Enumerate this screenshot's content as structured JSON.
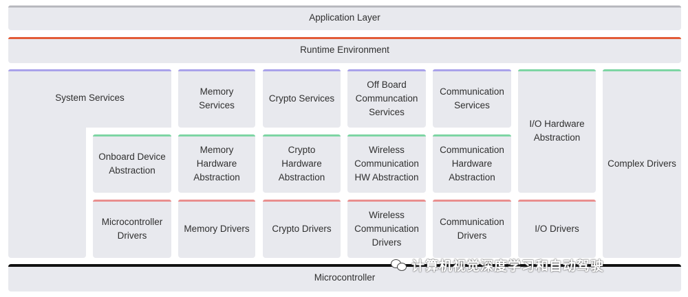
{
  "colors": {
    "box_fill": "#e8e9ee",
    "accent_gray": "#b8b9bf",
    "accent_orange": "#e25a36",
    "accent_purple": "#a9a2ea",
    "accent_green": "#7dd5a3",
    "accent_red": "#e98e8e",
    "accent_black": "#111111"
  },
  "layers": {
    "application": "Application Layer",
    "runtime": "Runtime Environment",
    "microcontroller": "Microcontroller"
  },
  "services": {
    "system": "System Services",
    "memory": "Memory\nServices",
    "crypto": "Crypto Services",
    "offboard": "Off Board\nCommuncation\nServices",
    "communication": "Communication\nServices"
  },
  "abstraction": {
    "onboard": "Onboard Device\nAbstraction",
    "memory_hw": "Memory\nHardware\nAbstraction",
    "crypto_hw": "Crypto\nHardware\nAbstraction",
    "wireless_hw": "Wireless\nCommunication\nHW Abstraction",
    "comm_hw": "Communication\nHardware\nAbstraction",
    "io_hw": "I/O Hardware\nAbstraction"
  },
  "drivers": {
    "microcontroller": "Microcontroller\nDrivers",
    "memory": "Memory Drivers",
    "crypto": "Crypto Drivers",
    "wireless": "Wireless\nCommunication\nDrivers",
    "communication": "Communication\nDrivers",
    "io": "I/O Drivers"
  },
  "complex": "Complex Drivers",
  "watermark": "计算机视觉深度学习和自动驾驶"
}
